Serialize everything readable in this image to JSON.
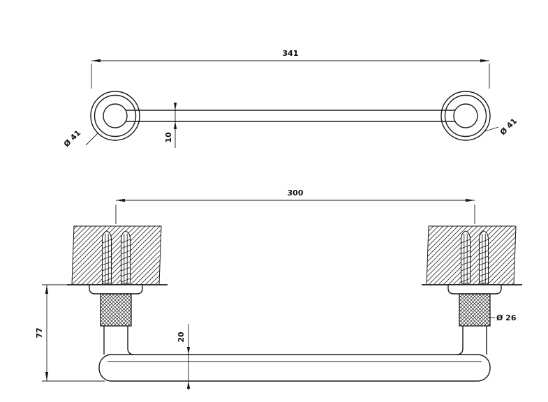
{
  "sheet": {
    "background": "#ffffff",
    "ink": "#1a1a1a"
  },
  "top_view": {
    "overall_length": "341",
    "bar_diameter": "10",
    "left_flange_diameter": "Ø 41",
    "right_flange_diameter": "Ø 41"
  },
  "front_view": {
    "fixing_centres": "300",
    "wall_to_bar_depth": "77",
    "bar_height": "20",
    "post_diameter": "Ø 26"
  }
}
